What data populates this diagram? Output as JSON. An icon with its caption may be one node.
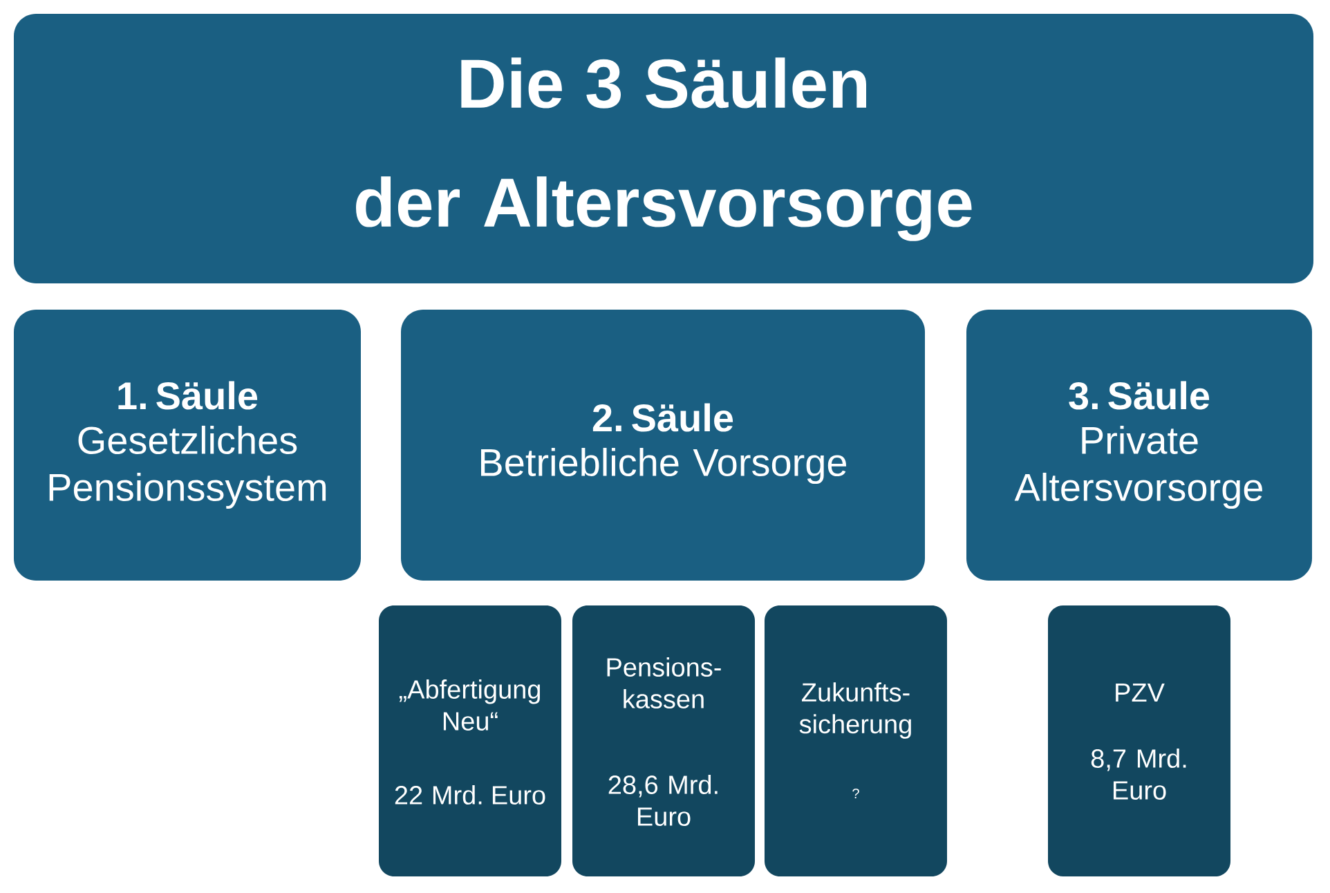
{
  "diagram": {
    "nodes": [
      {
        "text": [
          "Die 3 Säulen der Altersvorsorge"
        ]
      },
      {
        "text": [
          "1. Säule",
          "Gesetzliches Pensionssystem"
        ]
      },
      {
        "text": [
          "2. Säule",
          "Betriebliche Vorsorge"
        ]
      },
      {
        "text": [
          "3. Säule",
          "Private Altersvorsorge"
        ]
      },
      {
        "text": [
          "„Abfertigung Neu“",
          "22 Mrd. Euro"
        ]
      },
      {
        "text": [
          "Pensions- kassen",
          "28,6 Mrd. Euro"
        ]
      },
      {
        "text": [
          "Zukunfts- sicherung",
          "?"
        ]
      },
      {
        "text": [
          "PZV",
          "8,7 Mrd. Euro"
        ]
      }
    ]
  }
}
